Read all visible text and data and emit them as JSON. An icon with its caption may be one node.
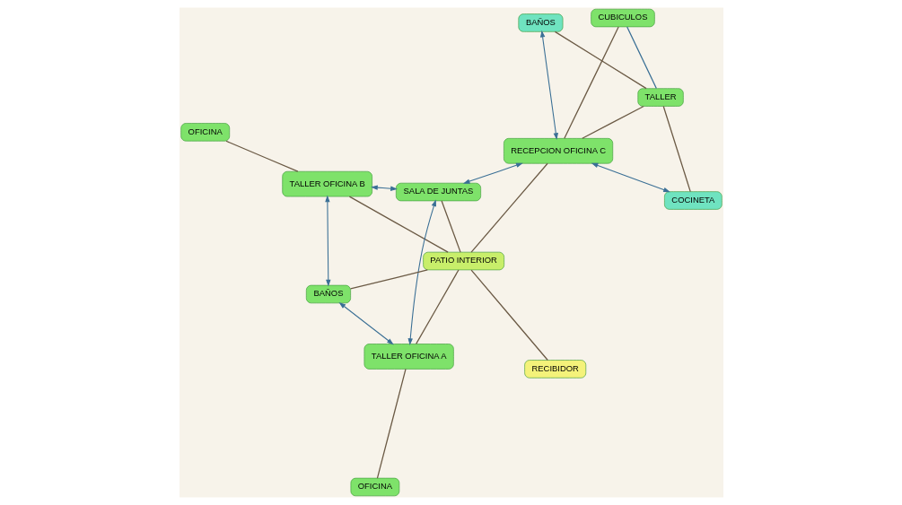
{
  "diagram": {
    "nodes": [
      {
        "text": [
          "TALLER OFICINA B"
        ]
      },
      {
        "text": [
          "OFICINA"
        ]
      },
      {
        "text": [
          "SALA DE JUNTAS"
        ]
      },
      {
        "text": [
          "BAÑOS"
        ]
      },
      {
        "text": [
          "BAÑOS"
        ]
      },
      {
        "text": [
          "RECEPCION OFICINA C"
        ]
      },
      {
        "text": [
          "TALLER"
        ]
      },
      {
        "text": [
          "PATIO INTERIOR"
        ]
      },
      {
        "text": [
          "TALLER OFICINA A"
        ]
      },
      {
        "text": [
          "OFICINA"
        ]
      },
      {
        "text": [
          "COCINETA"
        ]
      },
      {
        "text": [
          "CUBICULOS"
        ]
      },
      {
        "text": [
          "RECIBIDOR"
        ]
      }
    ],
    "edges": [
      {
        "from": 1,
        "to": 0,
        "arrow": "none"
      },
      {
        "from": 0,
        "to": 2,
        "arrow": "both",
        "color": "#3a6f95"
      },
      {
        "from": 3,
        "to": 0,
        "arrow": "both",
        "color": "#3a6f95"
      },
      {
        "from": 0,
        "to": 7,
        "arrow": "none"
      },
      {
        "from": 2,
        "to": 7,
        "arrow": "none"
      },
      {
        "from": 2,
        "to": 8,
        "arrow": "both",
        "color": "#3a6f95"
      },
      {
        "from": 2,
        "to": 5,
        "arrow": "both",
        "color": "#3a6f95"
      },
      {
        "from": 4,
        "to": 5,
        "arrow": "both",
        "color": "#3a6f95"
      },
      {
        "from": 4,
        "to": 6,
        "arrow": "none"
      },
      {
        "from": 5,
        "to": 6,
        "arrow": "none"
      },
      {
        "from": 6,
        "to": 10,
        "arrow": "none"
      },
      {
        "from": 5,
        "to": 10,
        "arrow": "both",
        "color": "#3a6f95"
      },
      {
        "from": 6,
        "to": 11,
        "arrow": "none",
        "color": "#3a6f95"
      },
      {
        "from": 5,
        "to": 11,
        "arrow": "none"
      },
      {
        "from": 5,
        "to": 7,
        "arrow": "none"
      },
      {
        "from": 3,
        "to": 7,
        "arrow": "none"
      },
      {
        "from": 3,
        "to": 8,
        "arrow": "both",
        "color": "#3a6f95"
      },
      {
        "from": 8,
        "to": 7,
        "arrow": "none"
      },
      {
        "from": 9,
        "to": 8,
        "arrow": "none"
      },
      {
        "from": 7,
        "to": 12,
        "arrow": "none"
      }
    ]
  }
}
